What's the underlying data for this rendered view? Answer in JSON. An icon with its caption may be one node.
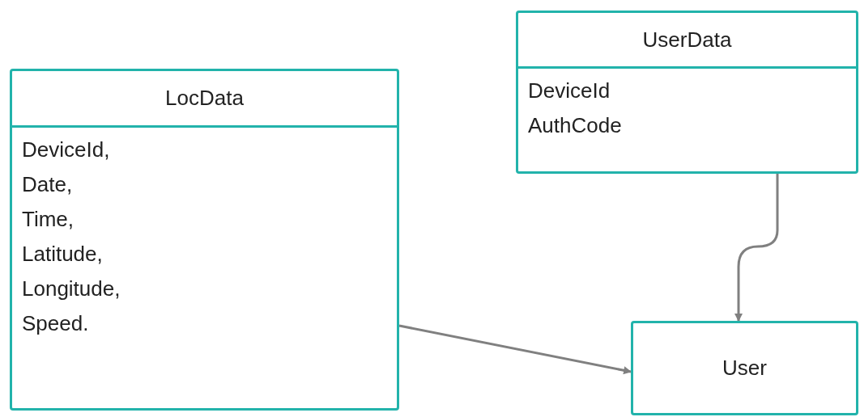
{
  "diagram": {
    "nodes": [
      {
        "text": [
          "LocData",
          "DeviceId,",
          "Date,",
          "Time,",
          "Latitude,",
          "Longitude,",
          "Speed."
        ]
      },
      {
        "text": [
          "UserData",
          "DeviceId",
          "AuthCode"
        ]
      },
      {
        "text": [
          "User"
        ]
      }
    ],
    "edges": [
      {
        "from": 0,
        "to": 2,
        "arrow": "to"
      },
      {
        "from": 1,
        "to": 2,
        "arrow": "to"
      }
    ]
  }
}
